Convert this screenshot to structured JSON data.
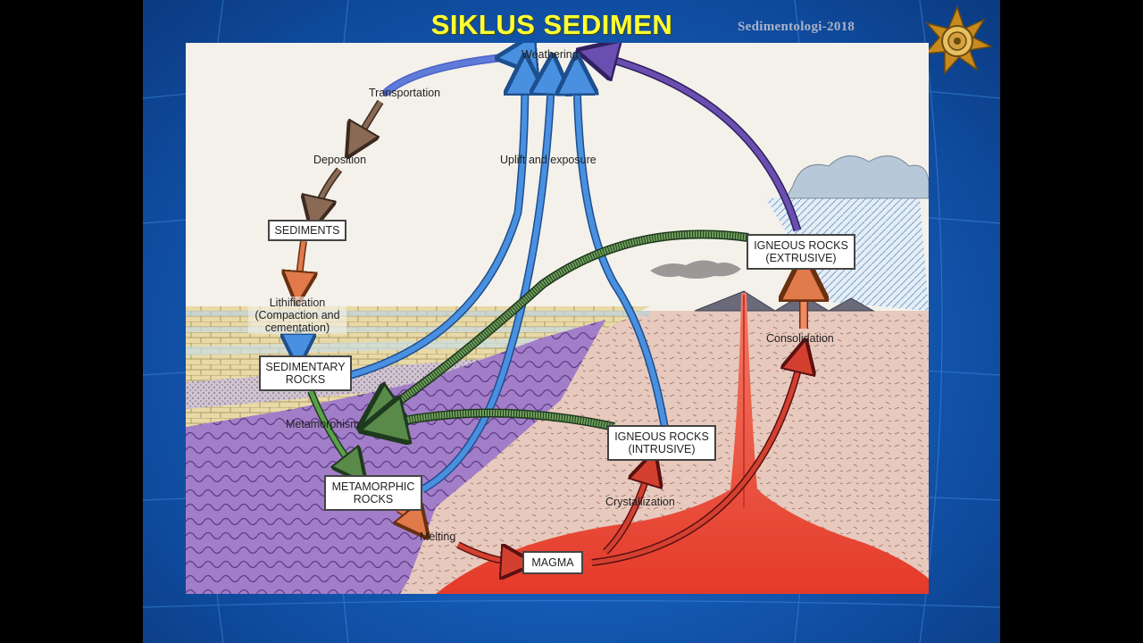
{
  "header": {
    "title": "SIKLUS SEDIMEN",
    "course": "Sedimentologi-2018"
  },
  "colors": {
    "title": "#ffff33",
    "background": "#1660bd",
    "uplift_arrows": "#4a90e0",
    "weathering_arrow": "#4b63c8",
    "extrusive_arrow": "#6b4fb0",
    "sediment_arrows": "#8a6a55",
    "metamorphism_arrows": "#5a8a4a",
    "magma": "#e84a36"
  },
  "diagram": {
    "boxes": {
      "sediments": "SEDIMENTS",
      "sedimentary_rocks": [
        "SEDIMENTARY",
        "ROCKS"
      ],
      "metamorphic_rocks": [
        "METAMORPHIC",
        "ROCKS"
      ],
      "magma": "MAGMA",
      "igneous_intrusive": [
        "IGNEOUS ROCKS",
        "(INTRUSIVE)"
      ],
      "igneous_extrusive": [
        "IGNEOUS ROCKS",
        "(EXTRUSIVE)"
      ]
    },
    "labels": {
      "weathering": "Weathering",
      "transportation": "Transportation",
      "deposition": "Deposition",
      "uplift": "Uplift and exposure",
      "lithification": [
        "Lithification",
        "(Compaction and",
        "cementation)"
      ],
      "metamorphism": "Metamorphism",
      "melting": "Melting",
      "crystallization": "Crystallization",
      "consolidation": "Consolidation"
    }
  }
}
